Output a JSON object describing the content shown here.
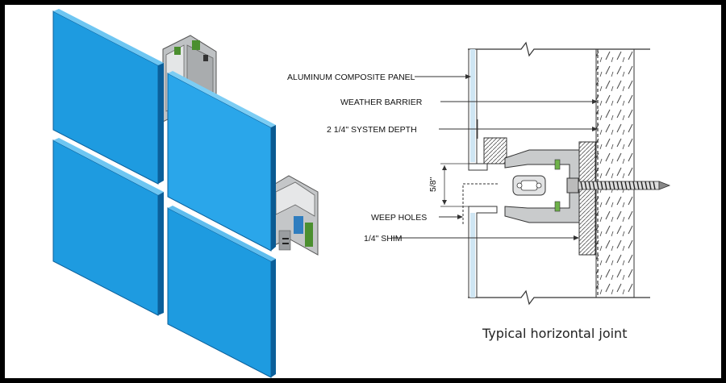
{
  "labels": {
    "aluminum_composite_panel": "ALUMINUM COMPOSITE PANEL",
    "weather_barrier": "WEATHER BARRIER",
    "system_depth": "2 1/4\" SYSTEM DEPTH",
    "weep_holes": "WEEP HOLES",
    "shim": "1/4\" SHIM",
    "joint_dim": "5/8\""
  },
  "caption": "Typical horizontal joint",
  "colors": {
    "panel_face": "#1e9be0",
    "panel_edge": "#0b5f9a",
    "extrusion": "#c9cbcc",
    "gasket": "#6fb24a"
  }
}
